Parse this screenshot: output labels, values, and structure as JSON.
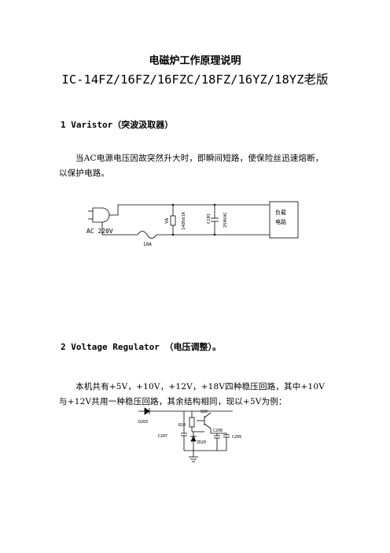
{
  "document": {
    "title": "电磁炉工作原理说明",
    "subtitle": "IC-14FZ/16FZ/16FZC/18FZ/16YZ/18YZ老版"
  },
  "sections": [
    {
      "heading": "1  Varistor（突波汲取器）",
      "paragraph": "当AC电源电压因故突然升大时，即瞬间短路，使保险丝迅速熔断，以保护电路。",
      "diagram": {
        "ac_label": "AC 220V",
        "fuse_label": "10A",
        "varistor_ref": "VA",
        "varistor_part": "14D561K",
        "cap_ref": "C101",
        "cap_part": "250VAC",
        "load_label_1": "负载",
        "load_label_2": "电路"
      }
    },
    {
      "heading": "2  Voltage  Regulator （电压调整）。",
      "paragraph": "本机共有+5V，+10V，+12V，+18V四种稳压回路，其中+10V与+12V共用一种稳压回路，其余结构相同，现以+5V为例：",
      "diagram": {
        "diode_label": "D203",
        "resistor_label": "R20",
        "transistor_label": "Q20",
        "zener_label": "ZD20",
        "cap_left_label": "C207",
        "cap_mid_label": "C208",
        "cap_right_label": "C209"
      }
    }
  ]
}
